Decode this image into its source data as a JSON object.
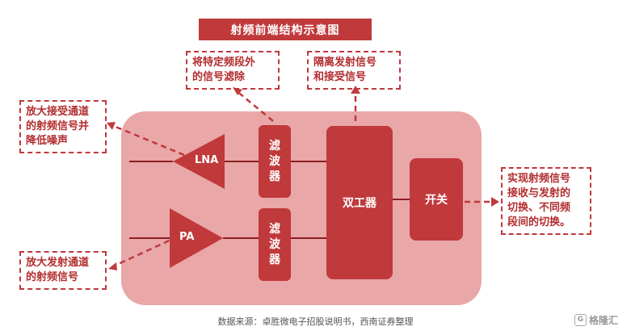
{
  "title": "射频前端结构示意图",
  "notes": {
    "filter_note": "将特定频段外\n的信号滤除",
    "isolation_note": "隔离发射信号\n和接受信号",
    "lna_note": "放大接受通道\n的射频信号并\n降低噪声",
    "pa_note": "放大发射通道\n的射频信号",
    "switch_note": "实现射频信号\n接收与发射的\n切换、不同频\n段间的切换。"
  },
  "blocks": {
    "lna": "LNA",
    "pa": "PA",
    "filter_top": "滤\n波\n器",
    "filter_bottom": "滤\n波\n器",
    "duplexer": "双工器",
    "switch": "开关"
  },
  "source": "数据来源：卓胜微电子招股说明书，西南证券整理",
  "logo": "格隆汇",
  "colors": {
    "primary": "#c0393b",
    "panel": "#e9a7a8",
    "line": "#8b1e22"
  }
}
